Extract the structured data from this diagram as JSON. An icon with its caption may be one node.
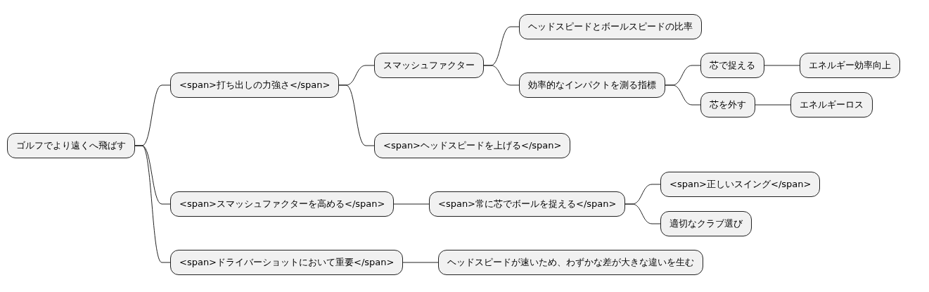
{
  "diagram": {
    "nodes": [
      {
        "text": [
          "ゴルフでより遠くへ飛ばす"
        ]
      },
      {
        "text": [
          "<span>打ち出しの力強さ</span>"
        ]
      },
      {
        "text": [
          "スマッシュファクター"
        ]
      },
      {
        "text": [
          "ヘッドスピードとボールスピードの比率"
        ]
      },
      {
        "text": [
          "効率的なインパクトを測る指標"
        ]
      },
      {
        "text": [
          "芯で捉える"
        ]
      },
      {
        "text": [
          "エネルギー効率向上"
        ]
      },
      {
        "text": [
          "芯を外す"
        ]
      },
      {
        "text": [
          "エネルギーロス"
        ]
      },
      {
        "text": [
          "<span>ヘッドスピードを上げる</span>"
        ]
      },
      {
        "text": [
          "<span>スマッシュファクターを高める</span>"
        ]
      },
      {
        "text": [
          "<span>常に芯でボールを捉える</span>"
        ]
      },
      {
        "text": [
          "<span>正しいスイング</span>"
        ]
      },
      {
        "text": [
          "適切なクラブ選び"
        ]
      },
      {
        "text": [
          "<span>ドライバーショットにおいて重要</span>"
        ]
      },
      {
        "text": [
          "ヘッドスピードが速いため、わずかな差が大きな違いを生む"
        ]
      }
    ],
    "edges": [
      {
        "from": 0,
        "to": 1,
        "arrow": "none"
      },
      {
        "from": 1,
        "to": 2,
        "arrow": "none"
      },
      {
        "from": 2,
        "to": 3,
        "arrow": "none"
      },
      {
        "from": 2,
        "to": 4,
        "arrow": "none"
      },
      {
        "from": 4,
        "to": 5,
        "arrow": "none"
      },
      {
        "from": 5,
        "to": 6,
        "arrow": "none"
      },
      {
        "from": 4,
        "to": 7,
        "arrow": "none"
      },
      {
        "from": 7,
        "to": 8,
        "arrow": "none"
      },
      {
        "from": 1,
        "to": 9,
        "arrow": "none"
      },
      {
        "from": 0,
        "to": 10,
        "arrow": "none"
      },
      {
        "from": 10,
        "to": 11,
        "arrow": "none"
      },
      {
        "from": 11,
        "to": 12,
        "arrow": "none"
      },
      {
        "from": 11,
        "to": 13,
        "arrow": "none"
      },
      {
        "from": 0,
        "to": 14,
        "arrow": "none"
      },
      {
        "from": 14,
        "to": 15,
        "arrow": "none"
      }
    ]
  }
}
